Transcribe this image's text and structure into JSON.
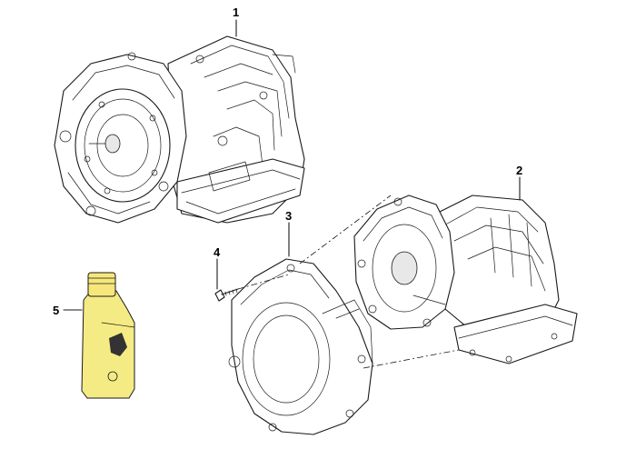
{
  "callouts": [
    {
      "id": "1",
      "label": "1"
    },
    {
      "id": "2",
      "label": "2"
    },
    {
      "id": "3",
      "label": "3"
    },
    {
      "id": "4",
      "label": "4"
    },
    {
      "id": "5",
      "label": "5"
    }
  ],
  "colors": {
    "line": "#1a1a1a",
    "background": "#ffffff",
    "fluid_bottle": "#f5eb85",
    "bottle_cap": "#f7e77a"
  }
}
